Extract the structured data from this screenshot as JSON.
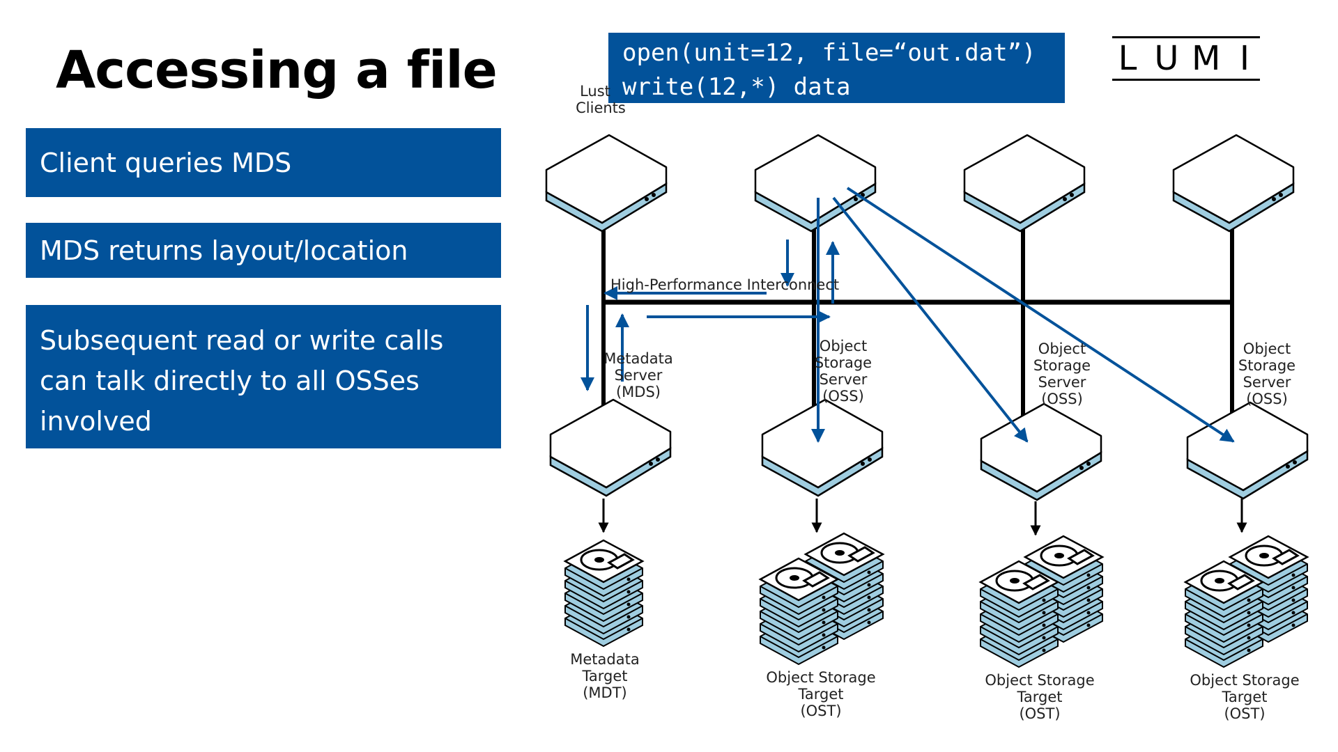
{
  "title": "Accessing a file",
  "bullets": [
    "Client queries MDS",
    "MDS returns layout/location",
    "Subsequent read or write calls",
    "can talk directly to all OSSes",
    "involved"
  ],
  "code": {
    "line1": "open(unit=12, file=“out.dat”)",
    "line2": "write(12,*) data"
  },
  "logo": [
    "L",
    "U",
    "M",
    "I"
  ],
  "labels": {
    "clients": [
      "Lust",
      "Clients"
    ],
    "interconnect": "High-Performance Interconnect",
    "mds": [
      "Metadata",
      "Server",
      "(MDS)"
    ],
    "oss": [
      "Object",
      "Storage",
      "Server",
      "(OSS)"
    ],
    "mdt": [
      "Metadata",
      "Target",
      "(MDT)"
    ],
    "ost": [
      "Object Storage",
      "Target",
      "(OST)"
    ]
  },
  "colors": {
    "accent": "#02529a",
    "device_band": "#9fcde0",
    "line": "#000000"
  },
  "icons": {
    "client": "server-device-icon",
    "server": "server-device-icon",
    "target": "disk-stack-icon",
    "flow": "arrow-icon"
  }
}
